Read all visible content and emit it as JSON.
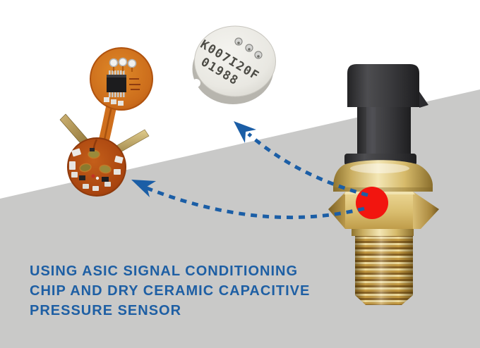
{
  "caption": {
    "line1": "USING ASIC SIGNAL CONDITIONING",
    "line2": "CHIP AND DRY CERAMIC CAPACITIVE",
    "line3": "PRESSURE SENSOR"
  },
  "ceramic_disc": {
    "marking_line1": "K007I20F",
    "marking_line2": "01988"
  },
  "colors": {
    "caption_blue": "#1e5fa4",
    "arrow_blue": "#1b5ea6",
    "red_marker": "#f2150f",
    "gray_panel": "#c9c9c8",
    "brass_gold": "#d9bc6d",
    "connector_black": "#39393c",
    "pcb_orange": "#c9671c",
    "ceramic_white": "#edece7",
    "disc_marking_gray": "#4c4b45"
  }
}
